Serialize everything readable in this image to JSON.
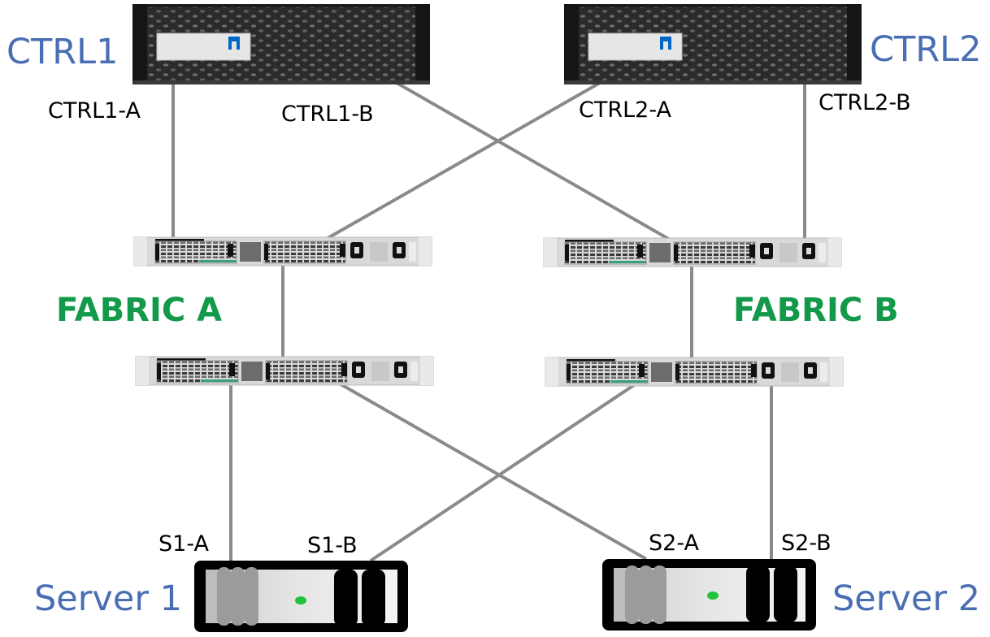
{
  "diagram": {
    "title": "",
    "devices": {
      "controllers": [
        {
          "id": "ctrl1",
          "label": "CTRL1",
          "brand_badge": "NetApp",
          "ports": [
            "CTRL1-A",
            "CTRL1-B"
          ]
        },
        {
          "id": "ctrl2",
          "label": "CTRL2",
          "brand_badge": "NetApp",
          "ports": [
            "CTRL2-A",
            "CTRL2-B"
          ]
        }
      ],
      "fabrics": [
        {
          "id": "fabric-a",
          "label": "FABRIC A",
          "switches": [
            "fabric-a-top-switch",
            "fabric-a-bottom-switch"
          ]
        },
        {
          "id": "fabric-b",
          "label": "FABRIC B",
          "switches": [
            "fabric-b-top-switch",
            "fabric-b-bottom-switch"
          ]
        }
      ],
      "servers": [
        {
          "id": "server1",
          "label": "Server 1",
          "ports": [
            "S1-A",
            "S1-B"
          ]
        },
        {
          "id": "server2",
          "label": "Server 2",
          "ports": [
            "S2-A",
            "S2-B"
          ]
        }
      ]
    },
    "connections": [
      {
        "from": "CTRL1-A",
        "to": "fabric-a-top-switch"
      },
      {
        "from": "CTRL1-B",
        "to": "fabric-b-top-switch"
      },
      {
        "from": "CTRL2-A",
        "to": "fabric-a-top-switch"
      },
      {
        "from": "CTRL2-B",
        "to": "fabric-b-top-switch"
      },
      {
        "from": "fabric-a-top-switch",
        "to": "fabric-a-bottom-switch"
      },
      {
        "from": "fabric-b-top-switch",
        "to": "fabric-b-bottom-switch"
      },
      {
        "from": "fabric-a-bottom-switch",
        "to": "S1-A"
      },
      {
        "from": "fabric-a-bottom-switch",
        "to": "S2-A"
      },
      {
        "from": "fabric-b-bottom-switch",
        "to": "S1-B"
      },
      {
        "from": "fabric-b-bottom-switch",
        "to": "S2-B"
      }
    ],
    "colors": {
      "device_label": "#4a6eb3",
      "fabric_label": "#13994a",
      "port_label": "#000000",
      "cable": "#8a8a8a",
      "server_led": "#1fc23a",
      "netapp_logo": "#0067c5"
    }
  }
}
